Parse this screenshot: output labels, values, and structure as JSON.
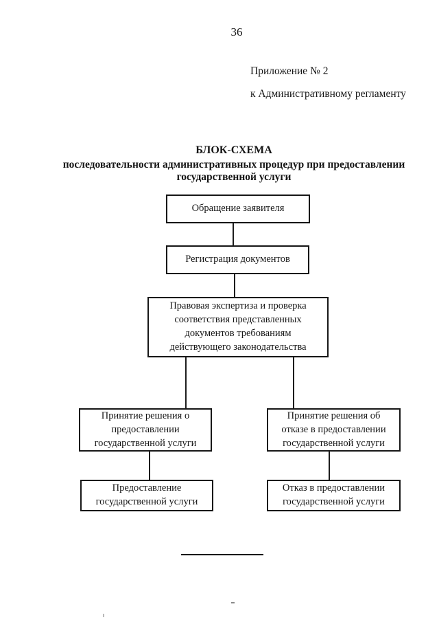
{
  "page": {
    "number": "36",
    "annex": {
      "line1": "Приложение № 2",
      "line2": "к Административному регламенту"
    }
  },
  "title": {
    "heading": "БЛОК-СХЕМА",
    "subtitle": "последовательности административных процедур при предоставлении\nгосударственной услуги"
  },
  "flowchart": {
    "nodes": [
      {
        "id": "applicant-appeal",
        "label": "Обращение заявителя"
      },
      {
        "id": "document-registration",
        "label": "Регистрация документов"
      },
      {
        "id": "legal-expertise",
        "label": "Правовая экспертиза и проверка\nсоответствия представленных\nдокументов требованиям\nдействующего законодательства"
      },
      {
        "id": "decision-grant",
        "label": "Принятие решения о\nпредоставлении\nгосударственной услуги"
      },
      {
        "id": "decision-refuse",
        "label": "Принятие решения об\nотказе в предоставлении\nгосударственной услуги"
      },
      {
        "id": "service-granted",
        "label": "Предоставление\nгосударственной услуги"
      },
      {
        "id": "service-refused",
        "label": "Отказ в предоставлении\nгосударственной услуги"
      }
    ]
  },
  "colors": {
    "ink": "#161616",
    "paper": "#ffffff"
  }
}
